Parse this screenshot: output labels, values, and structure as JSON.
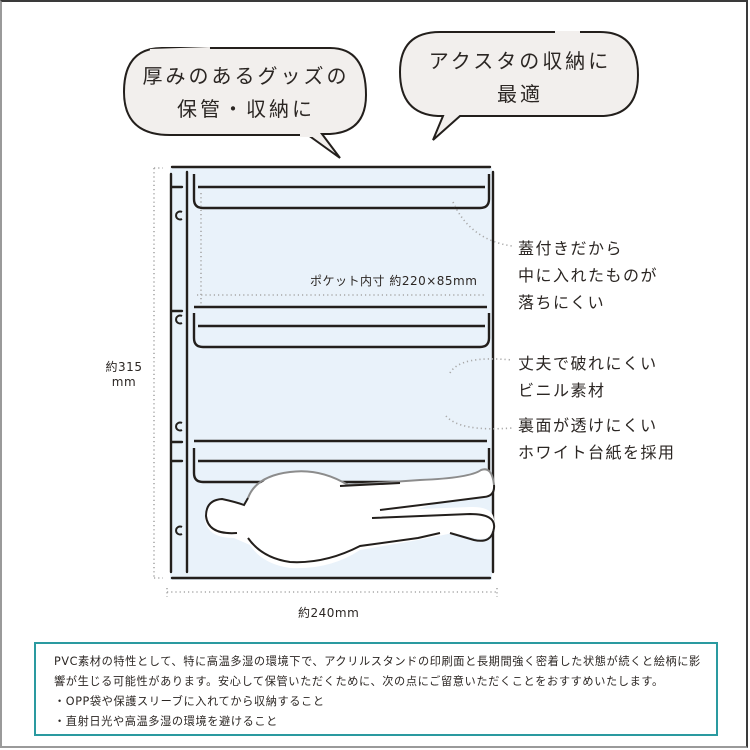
{
  "bubbles": [
    {
      "lines": [
        "厚みのあるグッズの",
        "保管・収納に"
      ]
    },
    {
      "lines": [
        "アクスタの収納に",
        "最適"
      ]
    }
  ],
  "diagram": {
    "pocket_label": "ポケット内寸 約220×85mm",
    "height_label_line1": "約315",
    "height_label_line2": "mm",
    "width_label": "約240mm",
    "colors": {
      "sheet_fill": "#e9f2fa",
      "line": "#231f1c",
      "dotted": "#a8a8a8",
      "figure_outline_hidden": "#8c8c8c"
    }
  },
  "callouts": [
    {
      "lines": [
        "蓋付きだから",
        "中に入れたものが",
        "落ちにくい"
      ]
    },
    {
      "lines": [
        "丈夫で破れにくい",
        "ビニル素材"
      ]
    },
    {
      "lines": [
        "裏面が透けにくい",
        "ホワイト台紙を採用"
      ]
    }
  ],
  "notice": {
    "border_color": "#2a9aa0",
    "paragraph_line1": "PVC素材の特性として、特に高温多湿の環境下で、アクリルスタンドの印刷面と長期間強く密着した状態が続くと絵柄に影",
    "paragraph_line2": "響が生じる可能性があります。安心して保管いただくために、次の点にご留意いただくことをおすすめいたします。",
    "bullets": [
      "・OPP袋や保護スリーブに入れてから収納すること",
      "・直射日光や高温多湿の環境を避けること"
    ]
  }
}
